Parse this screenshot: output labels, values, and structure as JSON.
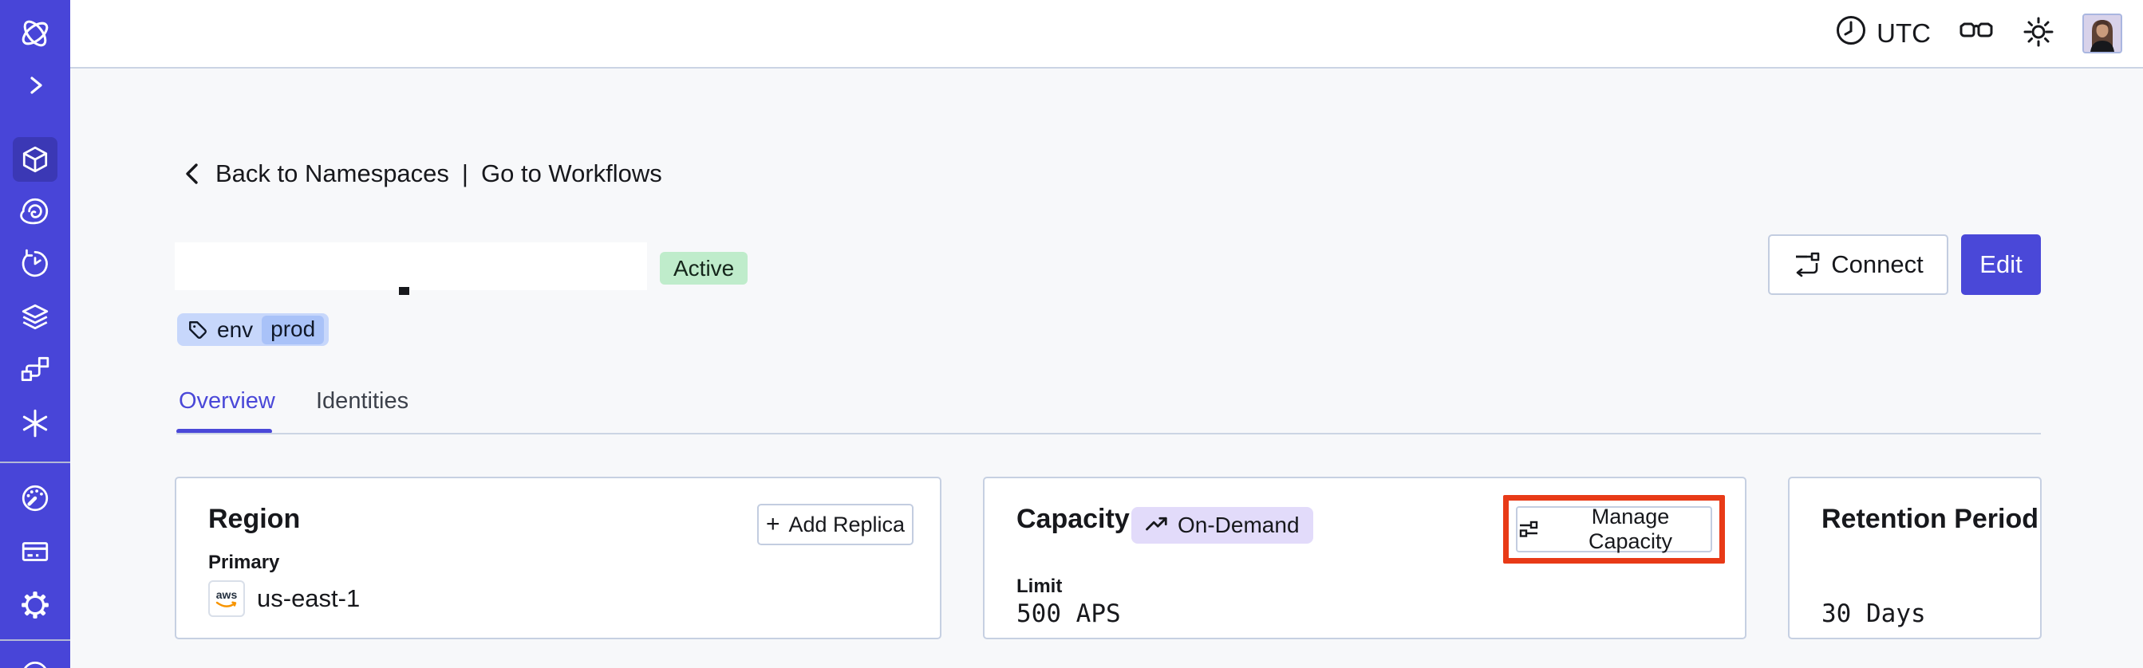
{
  "topbar": {
    "timezone": "UTC"
  },
  "breadcrumb": {
    "back_label": "Back to Namespaces",
    "separator": "|",
    "forward_label": "Go to Workflows"
  },
  "header": {
    "title_redacted": "",
    "status_badge": "Active",
    "tag": {
      "key": "env",
      "value": "prod"
    },
    "connect_label": "Connect",
    "edit_label": "Edit"
  },
  "tabs": [
    {
      "label": "Overview",
      "active": true
    },
    {
      "label": "Identities",
      "active": false
    }
  ],
  "cards": {
    "region": {
      "title": "Region",
      "add_replica_label": "Add Replica",
      "plus": "+",
      "primary_label": "Primary",
      "provider": "aws",
      "region_value": "us-east-1"
    },
    "capacity": {
      "title": "Capacity",
      "badge": "On-Demand",
      "manage_label": "Manage Capacity",
      "limit_label": "Limit",
      "limit_value": "500 APS"
    },
    "retention": {
      "title": "Retention Period",
      "value": "30 Days"
    }
  },
  "sidebar": {
    "items": [
      "temporal-logo",
      "expand-chevron",
      "namespaces-cube (selected)",
      "nexus-spiral",
      "schedules-clock",
      "deployments-layers",
      "batch-branch",
      "asterisk",
      "usage-gauge",
      "billing-card",
      "settings-gear",
      "partial-bottom-icon"
    ]
  },
  "icons": {
    "clock": "clock-icon",
    "glasses": "glasses-icon",
    "sun": "sun-icon",
    "avatar": "user-avatar",
    "tag": "tag-icon",
    "trending": "trending-up-icon",
    "sliders": "sliders-icon",
    "connect": "connect-flow-icon"
  },
  "colors": {
    "sidebar": "#4845d8",
    "accent": "#4a48d8",
    "active_badge_bg": "#bfeccb",
    "tag_bg": "#c7d7fb",
    "tag_chip_bg": "#a9c2f8",
    "ondemand_bg": "#e2dbfa",
    "annotation_red": "#e83a17",
    "card_border": "#c6d0e2",
    "page_bg": "#f7f8fa"
  }
}
